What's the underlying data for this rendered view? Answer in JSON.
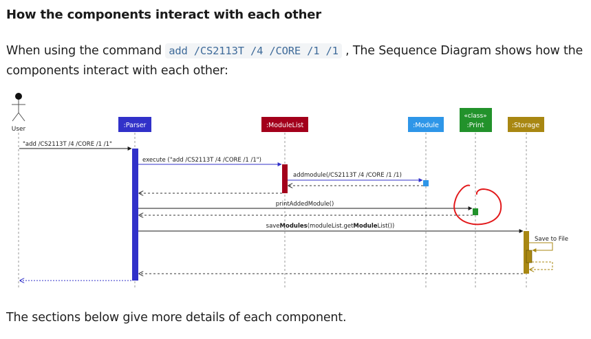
{
  "heading": "How the components interact with each other",
  "intro": {
    "before": "When using the command ",
    "command": "add /CS2113T /4 /CORE /1 /1",
    "after": " , The Sequence Diagram shows how the components interact with each other:"
  },
  "diagram": {
    "actor": "User",
    "participants": {
      "parser": ":Parser",
      "modulelist": ":ModuleList",
      "module": ":Module",
      "print_stereotype": "«class»",
      "print": ":Print",
      "storage": ":Storage"
    },
    "messages": {
      "user_cmd": "\"add /CS2113T /4 /CORE /1 /1\"",
      "execute": "execute (\"add /CS2113T /4 /CORE /1 /1\")",
      "addmodule": "addmodule(/CS2113T /4 /CORE /1 /1)",
      "print_added": "printAddedModule()",
      "save_prefix": "save",
      "save_bold1": "Modules",
      "save_mid": "(moduleList.get",
      "save_bold2": "Module",
      "save_suffix": "List())",
      "save_to_file": "Save to File"
    },
    "colors": {
      "parser": "#3131c9",
      "modulelist": "#a3001b",
      "module": "#2e96e8",
      "print": "#22922b",
      "storage": "#a88712",
      "annotation": "#e2191b"
    }
  },
  "footer": "The sections below give more details of each component."
}
